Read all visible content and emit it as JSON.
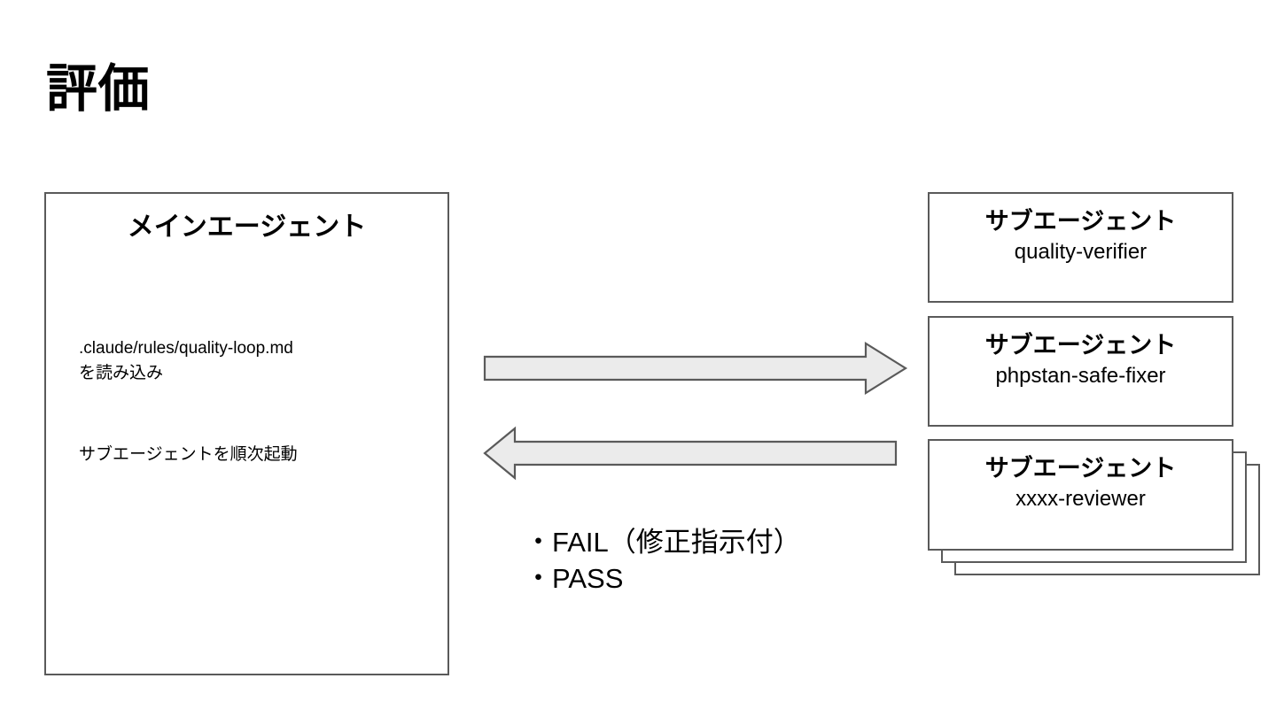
{
  "slide": {
    "title": "評価",
    "background_color": "#ffffff",
    "text_color": "#000000"
  },
  "main_agent": {
    "title": "メインエージェント",
    "lines": [
      ".claude/rules/quality-loop.md\nを読み込み",
      "サブエージェントを順次起動"
    ],
    "border_color": "#5a5a5a",
    "fill_color": "#ffffff"
  },
  "sub_agents": [
    {
      "title": "サブエージェント",
      "name": "quality-verifier",
      "stacked": false
    },
    {
      "title": "サブエージェント",
      "name": "phpstan-safe-fixer",
      "stacked": false
    },
    {
      "title": "サブエージェント",
      "name": "xxxx-reviewer",
      "stacked": true,
      "stack_count": 3
    }
  ],
  "arrows": [
    {
      "direction": "right",
      "from": "main_agent",
      "to": "sub_agents",
      "fill_color": "#ebebeb",
      "border_color": "#5a5a5a"
    },
    {
      "direction": "left",
      "from": "sub_agents",
      "to": "main_agent",
      "fill_color": "#ebebeb",
      "border_color": "#5a5a5a"
    }
  ],
  "results": {
    "items": [
      "・FAIL（修正指示付）",
      "・PASS"
    ]
  }
}
